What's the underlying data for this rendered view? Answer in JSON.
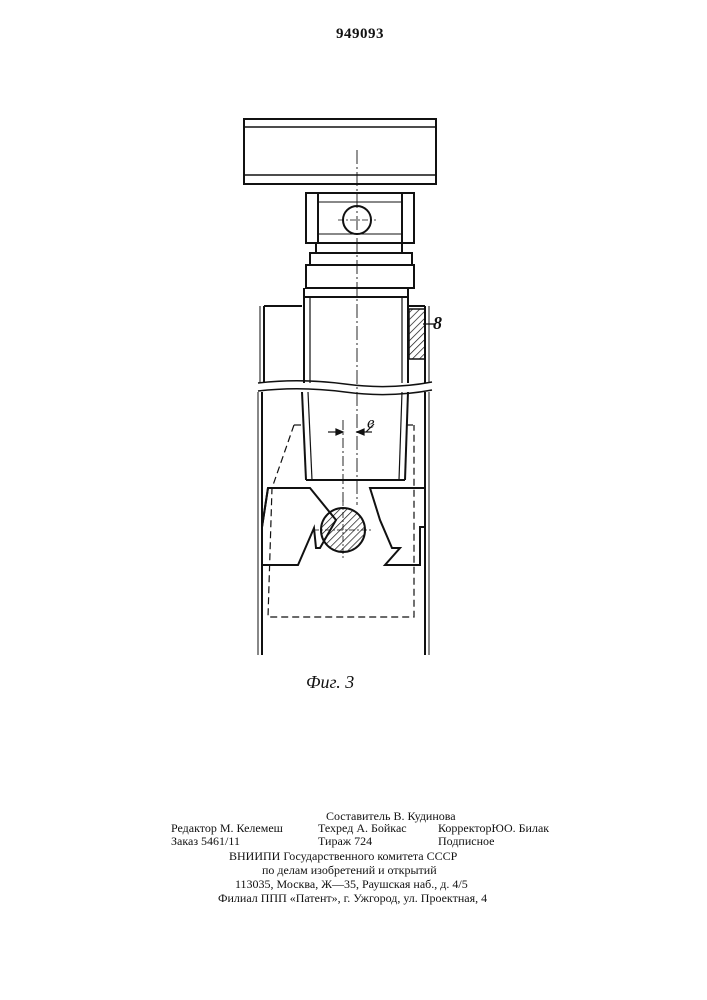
{
  "page_number": "949093",
  "figure": {
    "caption": "Фиг. 3",
    "callout_label": "8",
    "dimension_label": "e"
  },
  "imprint": {
    "compiler": "Составитель В. Кудинова",
    "editor": "Редактор М. Келемеш",
    "techred": "Техред А. Бойкас",
    "corrector": "КорректорЮО. Билак",
    "order": "Заказ 5461/11",
    "circulation": "Тираж 724",
    "subscription": "Подписное",
    "org_line1": "ВНИИПИ   Государственного   комитета   СССР",
    "org_line2": "по  делам  изобретений  и  открытий",
    "org_line3": "113035,  Москва,  Ж—35,  Раушская  наб.,  д.  4/5",
    "branch": "Филиал  ППП  «Патент»,  г.  Ужгород,  ул.  Проектная,  4"
  }
}
